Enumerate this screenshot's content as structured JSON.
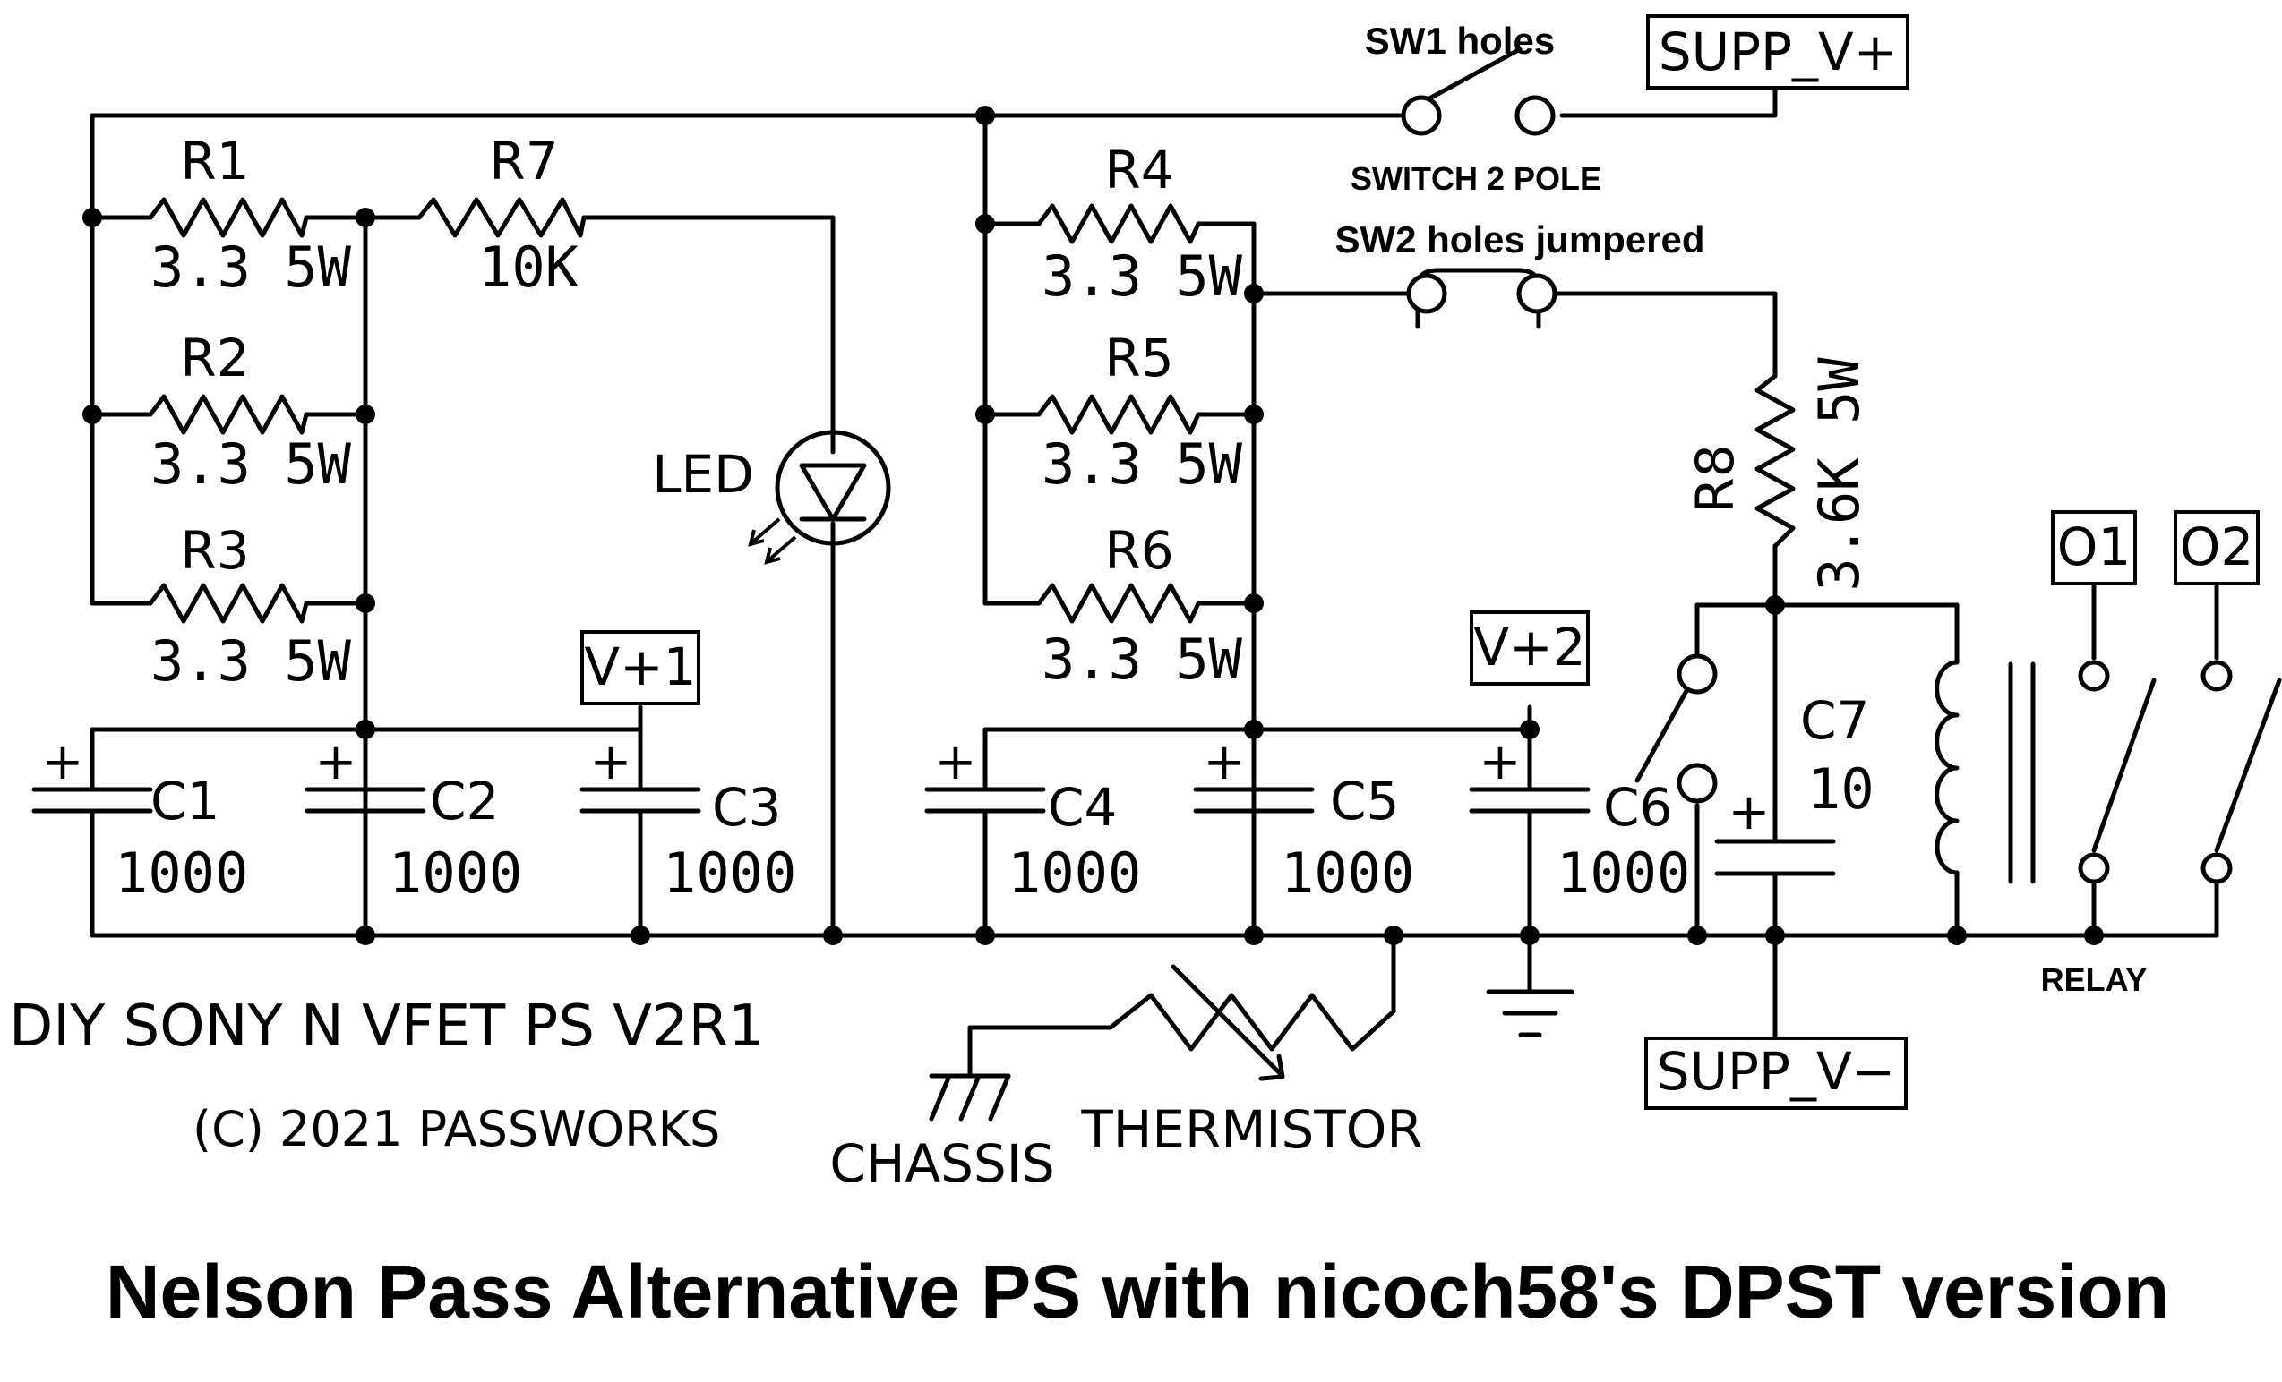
{
  "labels": {
    "sw1": "SW1 holes",
    "switch": "SWITCH 2 POLE",
    "sw2": "SW2 holes jumpered",
    "supp_vp": "SUPP_V+",
    "supp_vm": "SUPP_V−",
    "vp1": "V+1",
    "vp2": "V+2",
    "o1": "O1",
    "o2": "O2",
    "relay": "RELAY",
    "chassis": "CHASSIS",
    "thermistor": "THERMISTOR",
    "led": "LED",
    "board_title": "DIY SONY N VFET PS V2R1",
    "copyright": "(C) 2021 PASSWORKS",
    "caption": "Nelson Pass Alternative PS with nicoch58's DPST version"
  },
  "resistors": {
    "r1": {
      "name": "R1",
      "value": "3.3 5W"
    },
    "r2": {
      "name": "R2",
      "value": "3.3 5W"
    },
    "r3": {
      "name": "R3",
      "value": "3.3 5W"
    },
    "r4": {
      "name": "R4",
      "value": "3.3 5W"
    },
    "r5": {
      "name": "R5",
      "value": "3.3 5W"
    },
    "r6": {
      "name": "R6",
      "value": "3.3 5W"
    },
    "r7": {
      "name": "R7",
      "value": "10K"
    },
    "r8": {
      "name": "R8",
      "value": "3.6K 5W"
    }
  },
  "capacitors": {
    "c1": {
      "name": "C1",
      "value": "1000"
    },
    "c2": {
      "name": "C2",
      "value": "1000"
    },
    "c3": {
      "name": "C3",
      "value": "1000"
    },
    "c4": {
      "name": "C4",
      "value": "1000"
    },
    "c5": {
      "name": "C5",
      "value": "1000"
    },
    "c6": {
      "name": "C6",
      "value": "1000"
    },
    "c7": {
      "name": "C7",
      "value": "10"
    }
  },
  "polarity_mark": "+"
}
